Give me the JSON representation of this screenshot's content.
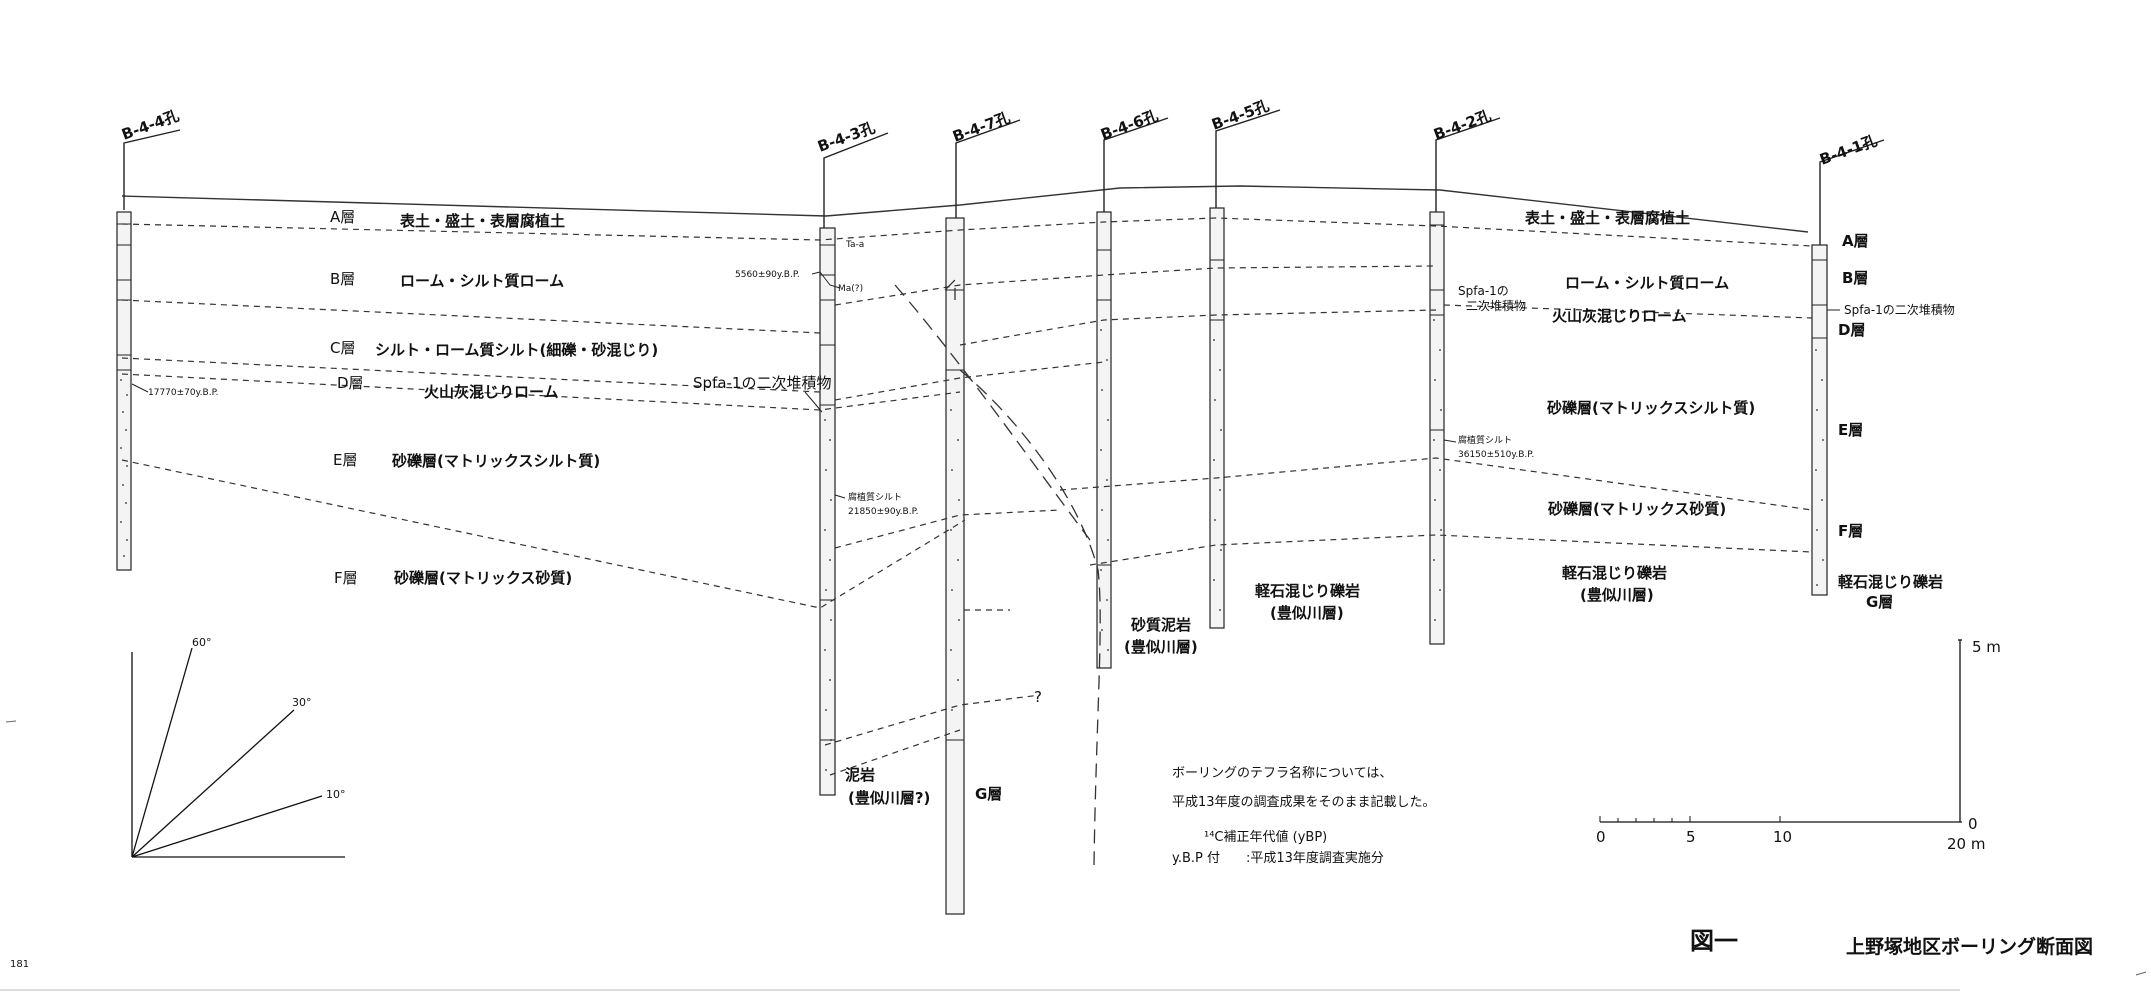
{
  "figure": {
    "number": "図一",
    "title": "上野塚地区ボーリング断面図"
  },
  "boreholes": [
    {
      "id": "B-4-4孔"
    },
    {
      "id": "B-4-3孔"
    },
    {
      "id": "B-4-7孔"
    },
    {
      "id": "B-4-6孔"
    },
    {
      "id": "B-4-5孔"
    },
    {
      "id": "B-4-2孔"
    },
    {
      "id": "B-4-1孔"
    }
  ],
  "layers_left": [
    {
      "code": "A層",
      "name": "表土・盛土・表層腐植土"
    },
    {
      "code": "B層",
      "name": "ローム・シルト質ローム"
    },
    {
      "code": "C層",
      "name": "シルト・ローム質シルト(細礫・砂混じり)"
    },
    {
      "code": "D層",
      "name": "火山灰混じりローム"
    },
    {
      "code": "E層",
      "name": "砂礫層(マトリックスシルト質)"
    },
    {
      "code": "F層",
      "name": "砂礫層(マトリックス砂質)"
    }
  ],
  "layers_right": {
    "surface_soil": "表土・盛土・表層腐植土",
    "loam": "ローム・シルト質ローム",
    "ash_loam": "火山灰混じりローム",
    "gravel_silt": "砂礫層(マトリックスシルト質)",
    "gravel_sand": "砂礫層(マトリックス砂質)",
    "pumice_line1": "軽石混じり礫岩",
    "pumice_line2": "(豊似川層)"
  },
  "layers_center": {
    "pumice_line1": "軽石混じり礫岩",
    "pumice_line2": "(豊似川層)",
    "sandy_line1": "砂質泥岩",
    "sandy_line2": "(豊似川層)",
    "mudstone_line1": "泥岩",
    "mudstone_line2": "(豊似川層?)",
    "g_layer": "G層"
  },
  "b41_codes": {
    "a": "A層",
    "b": "B層",
    "d": "D層",
    "e": "E層",
    "f": "F層",
    "g": "G層",
    "pumice_line1": "軽石混じり礫岩"
  },
  "annotations": {
    "b44_age": "17770±70y.B.P.",
    "b43_age": "5560±90y.B.P.",
    "b43_tea": "Ta-a",
    "b43_ma": "Ma(?)",
    "spfa_center": "Spfa-1の二次堆積物",
    "b43_humic": "腐植質シルト",
    "b43_humic_age": "21850±90y.B.P.",
    "b42_spfa_1": "Spfa-1の",
    "b42_spfa_2": "二次堆積物",
    "b42_humic": "腐植質シルト",
    "b42_humic_age": "36150±510y.B.P.",
    "b41_spfa": "Spfa-1の二次堆積物",
    "question": "?"
  },
  "angles": [
    "60°",
    "30°",
    "10°"
  ],
  "scale": {
    "vertical_label": "5 m",
    "vertical_zero": "0",
    "ticks": [
      "0",
      "5",
      "10",
      "20 m"
    ]
  },
  "notes": {
    "line1": "ボーリングのテフラ名称については、",
    "line2": "平成13年度の調査成果をそのまま記載した。",
    "line3": "¹⁴C補正年代値 (yBP)",
    "line4": "y.B.P 付　　:平成13年度調査実施分"
  },
  "margin_marks": {
    "bottom_left": "181"
  }
}
